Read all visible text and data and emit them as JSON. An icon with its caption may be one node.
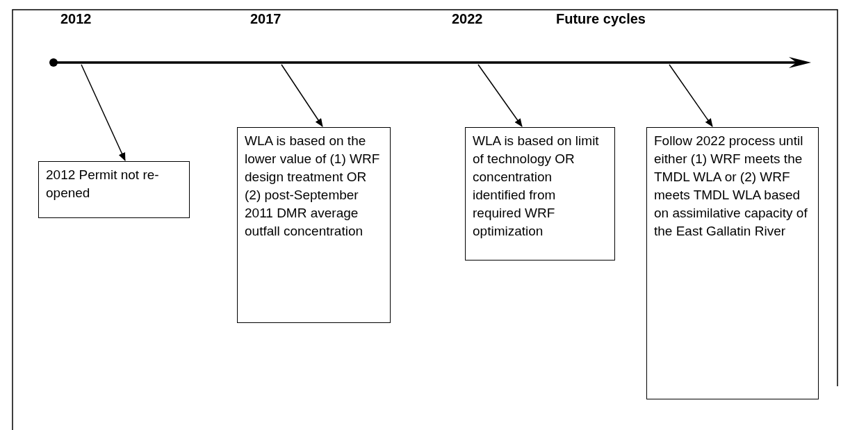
{
  "diagram": {
    "nodes": [
      {
        "text": [
          "2012 Permit not re-opened"
        ]
      },
      {
        "text": [
          "WLA is based on the lower value of (1) WRF design treatment OR (2) post-September 2011 DMR average outfall concentration"
        ]
      },
      {
        "text": [
          "WLA is based on limit of technology OR concentration identified from required WRF optimization"
        ]
      },
      {
        "text": [
          "Follow 2022 process until either (1) WRF meets the TMDL WLA or (2) WRF meets TMDL WLA based on assimilative capacity of the East Gallatin River"
        ]
      }
    ],
    "edges": [
      {
        "from": null,
        "to": 0,
        "arrow": "to"
      },
      {
        "from": null,
        "to": 1,
        "arrow": "to"
      },
      {
        "from": null,
        "to": 2,
        "arrow": "to"
      },
      {
        "from": null,
        "to": 3,
        "arrow": "to"
      }
    ],
    "labels": [
      "2012",
      "2017",
      "2022",
      "Future cycles"
    ]
  }
}
